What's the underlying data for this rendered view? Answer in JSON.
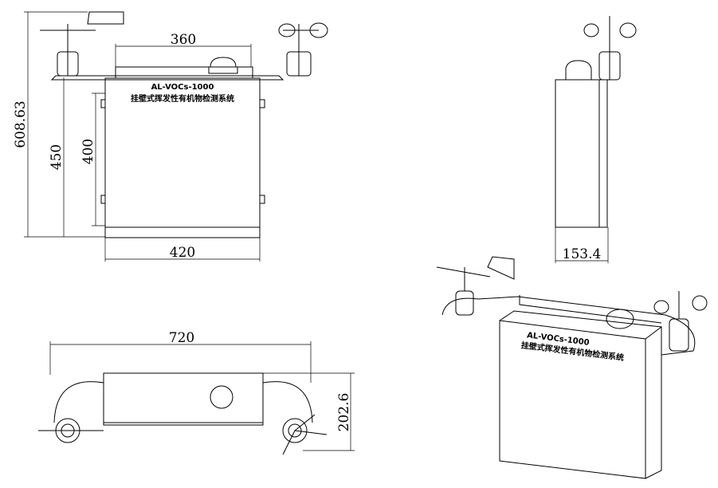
{
  "front_view": {
    "model": "AL-VOCs-1000",
    "name": "挂壁式挥发性有机物检测系统",
    "dims": {
      "total_height": "608.63",
      "height_with_bracket": "450",
      "box_height": "400",
      "mount_width": "360",
      "box_width": "420"
    }
  },
  "side_view": {
    "dims": {
      "depth": "153.4"
    }
  },
  "top_view": {
    "dims": {
      "total_width": "720",
      "depth": "202.6"
    }
  },
  "iso_view": {
    "model": "AL-VOCs-1000",
    "name": "挂壁式挥发性有机物检测系统"
  },
  "colors": {
    "line": "#000000",
    "accent": "#00b000"
  }
}
